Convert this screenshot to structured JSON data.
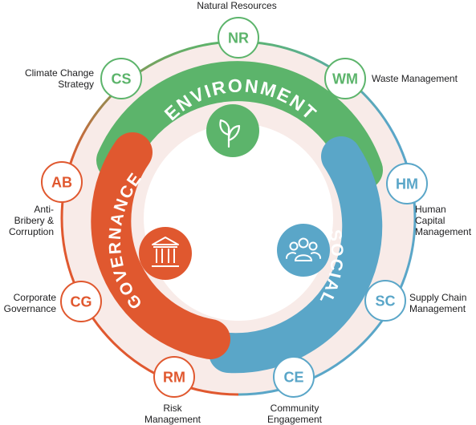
{
  "segments": {
    "environment": {
      "label": "ENVIRONMENT",
      "icon": "leaf-icon",
      "color": "#5cb46b"
    },
    "social": {
      "label": "SOCIAL",
      "icon": "people-icon",
      "color": "#5aa6c8"
    },
    "governance": {
      "label": "GOVERNANCE",
      "icon": "bank-building-icon",
      "color": "#e0582f"
    }
  },
  "nodes": [
    {
      "code": "NR",
      "label": "Natural Resources",
      "color": "#5cb46b"
    },
    {
      "code": "WM",
      "label": "Waste Management",
      "color": "#5cb46b"
    },
    {
      "code": "HM",
      "label": "Human\nCapital\nManagement",
      "color": "#5aa6c8"
    },
    {
      "code": "SC",
      "label": "Supply Chain\nManagement",
      "color": "#5aa6c8"
    },
    {
      "code": "CE",
      "label": "Community\nEngagement",
      "color": "#5aa6c8"
    },
    {
      "code": "RM",
      "label": "Risk\nManagement",
      "color": "#e0582f"
    },
    {
      "code": "CG",
      "label": "Corporate\nGovernance",
      "color": "#e0582f"
    },
    {
      "code": "AB",
      "label": "Anti-\nBribery &\nCorruption",
      "color": "#e0582f"
    },
    {
      "code": "CS",
      "label": "Climate Change\nStrategy",
      "color": "#5cb46b"
    }
  ],
  "colors": {
    "background_disc": "#f8ebe8",
    "node_fill": "#ffffff"
  }
}
